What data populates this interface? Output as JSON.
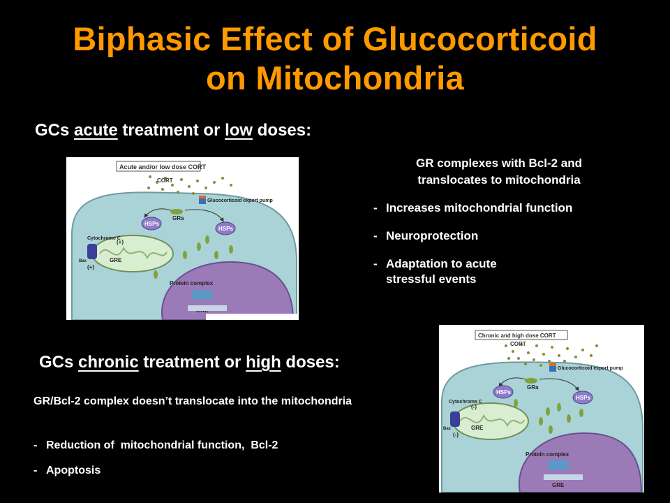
{
  "title": {
    "line1": "Biphasic Effect of Glucocorticoid",
    "line2": "on Mitochondria"
  },
  "acute": {
    "heading_pre": "GCs ",
    "heading_word1": "acute",
    "heading_mid": " treatment or ",
    "heading_word2": "low",
    "heading_post": " doses:",
    "note_line1": "GR complexes with Bcl-2 and",
    "note_line2": "translocates to mitochondria",
    "bullets": [
      "Increases mitochondrial function",
      "Neuroprotection",
      "Adaptation to acute stressful events"
    ],
    "figure": {
      "caption": "Acute and/or low dose CORT",
      "cort": "CORT",
      "pump": "Glucocorticoid export pump",
      "gra": "GRa",
      "hsps_left": "HSPs",
      "hsps_right": "HSPs",
      "cytochrome": "Cytochrome C",
      "plus_top": "(+)",
      "plus_bottom": "(+)",
      "bax": "Bax",
      "gre_mito": "GRE",
      "protein_complex": "Protein complex",
      "gre_nucleus": "GRE"
    }
  },
  "chronic": {
    "heading_pre": "GCs ",
    "heading_word1": "chronic",
    "heading_mid": " treatment or ",
    "heading_word2": "high",
    "heading_post": " doses:",
    "note": "GR/Bcl-2 complex doesn’t translocate into the mitochondria",
    "bullets": [
      "Reduction of  mitochondrial function,  Bcl-2",
      "Apoptosis"
    ],
    "figure": {
      "caption": "Chronic and high dose CORT",
      "cort": "CORT",
      "pump": "Glucocorticoid export pump",
      "gra": "GRa",
      "hsps_left": "HSPs",
      "hsps_right": "HSPs",
      "cytochrome": "Cytochrome C",
      "minus_top": "(-)",
      "minus_bottom": "(-)",
      "bax": "Bax",
      "gre_mito": "GRE",
      "protein_complex": "Protein complex",
      "gre_nucleus": "GRE"
    }
  },
  "colors": {
    "title": "#ff9900",
    "background": "#000000",
    "cell_fill": "#a9d3d6",
    "nucleus_fill": "#9a7bb8",
    "gr_green": "#7fa23a",
    "hsp_fill": "#8d7bc9"
  }
}
